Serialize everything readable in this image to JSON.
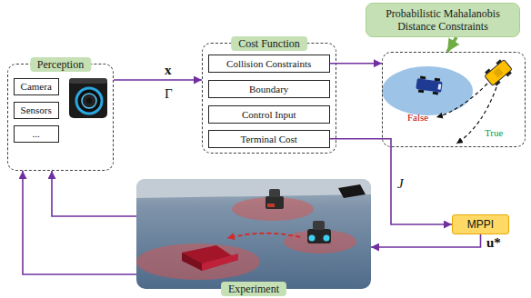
{
  "diagram": {
    "nodes": [
      {
        "text": [
          "Perception"
        ]
      },
      {
        "text": [
          "Camera"
        ],
        "in": 0
      },
      {
        "text": [
          "Sensors"
        ],
        "in": 0
      },
      {
        "text": [
          "..."
        ],
        "in": 0
      },
      {
        "text": [
          "Cost Function"
        ]
      },
      {
        "text": [
          "Collision Constraints"
        ],
        "in": 4
      },
      {
        "text": [
          "Boundary"
        ],
        "in": 4
      },
      {
        "text": [
          "Control Input"
        ],
        "in": 4
      },
      {
        "text": [
          "Terminal Cost"
        ],
        "in": 4
      },
      {
        "text": [
          "Probabilistic Mahalanobis Distance Constraints"
        ]
      },
      {
        "text": [
          "False",
          "True"
        ]
      },
      {
        "text": [
          "MPPI"
        ]
      },
      {
        "text": [
          "Experiment"
        ]
      }
    ],
    "edges": [
      {
        "from": 0,
        "to": 4,
        "label": "x",
        "arrow": "to"
      },
      {
        "from": 5,
        "to": 10,
        "arrow": "to"
      },
      {
        "from": 9,
        "to": 10,
        "arrow": "to"
      },
      {
        "from": 8,
        "to": 11,
        "label": "J",
        "arrow": "to"
      },
      {
        "from": 11,
        "to": 12,
        "label": "u*",
        "arrow": "to"
      },
      {
        "from": 12,
        "to": 0,
        "arrow": "to"
      },
      {
        "from": 12,
        "to": 0,
        "arrow": "to"
      }
    ],
    "labels": [
      "Γ"
    ]
  }
}
